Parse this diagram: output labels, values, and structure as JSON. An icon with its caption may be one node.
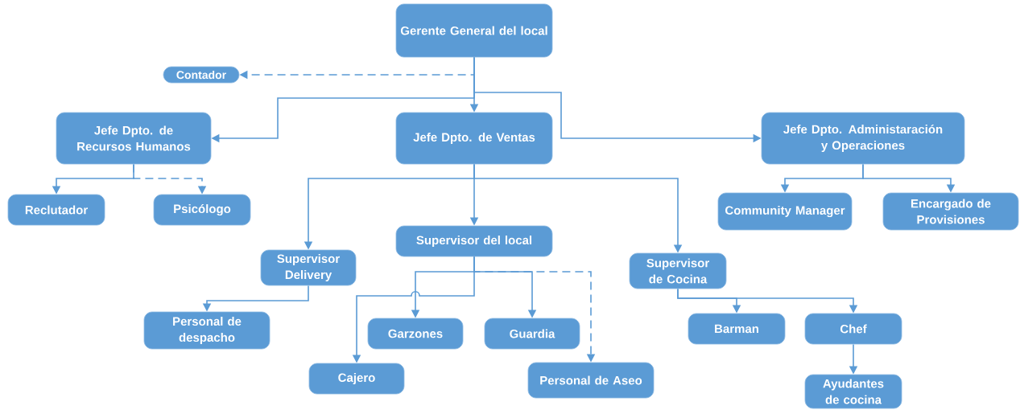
{
  "diagram": {
    "nodes": [
      {
        "text": [
          "Gerente General del local"
        ]
      },
      {
        "text": [
          "Contador"
        ]
      },
      {
        "text": [
          "Jefe Dpto. de Recursos Humanos"
        ]
      },
      {
        "text": [
          "Jefe Dpto. de Ventas"
        ]
      },
      {
        "text": [
          "Jefe Dpto. Administaración y Operaciones"
        ]
      },
      {
        "text": [
          "Reclutador"
        ]
      },
      {
        "text": [
          "Psicólogo"
        ]
      },
      {
        "text": [
          "Community Manager"
        ]
      },
      {
        "text": [
          "Encargado de Provisiones"
        ]
      },
      {
        "text": [
          "Supervisor del local"
        ]
      },
      {
        "text": [
          "Supervisor Delivery"
        ]
      },
      {
        "text": [
          "Supervisor de Cocina"
        ]
      },
      {
        "text": [
          "Personal de despacho"
        ]
      },
      {
        "text": [
          "Garzones"
        ]
      },
      {
        "text": [
          "Guardia"
        ]
      },
      {
        "text": [
          "Barman"
        ]
      },
      {
        "text": [
          "Chef"
        ]
      },
      {
        "text": [
          "Cajero"
        ]
      },
      {
        "text": [
          "Personal de Aseo"
        ]
      },
      {
        "text": [
          "Ayudantes de cocina"
        ]
      }
    ],
    "edges": [
      {
        "from": 0,
        "to": 1,
        "arrow": "to",
        "style": "dashed"
      },
      {
        "from": 0,
        "to": 2,
        "arrow": "to"
      },
      {
        "from": 0,
        "to": 3,
        "arrow": "to"
      },
      {
        "from": 0,
        "to": 4,
        "arrow": "to"
      },
      {
        "from": 2,
        "to": 5,
        "arrow": "to"
      },
      {
        "from": 2,
        "to": 6,
        "arrow": "to",
        "style": "dashed"
      },
      {
        "from": 4,
        "to": 7,
        "arrow": "to"
      },
      {
        "from": 4,
        "to": 8,
        "arrow": "to"
      },
      {
        "from": 3,
        "to": 9,
        "arrow": "to"
      },
      {
        "from": 3,
        "to": 10,
        "arrow": "to"
      },
      {
        "from": 3,
        "to": 11,
        "arrow": "to"
      },
      {
        "from": 10,
        "to": 12,
        "arrow": "to"
      },
      {
        "from": 9,
        "to": 13,
        "arrow": "to"
      },
      {
        "from": 9,
        "to": 14,
        "arrow": "to"
      },
      {
        "from": 9,
        "to": 18,
        "arrow": "to",
        "style": "dashed"
      },
      {
        "from": 9,
        "to": 17,
        "arrow": "to"
      },
      {
        "from": 11,
        "to": 15,
        "arrow": "to"
      },
      {
        "from": 11,
        "to": 16,
        "arrow": "to"
      },
      {
        "from": 16,
        "to": 19,
        "arrow": "to"
      }
    ]
  }
}
